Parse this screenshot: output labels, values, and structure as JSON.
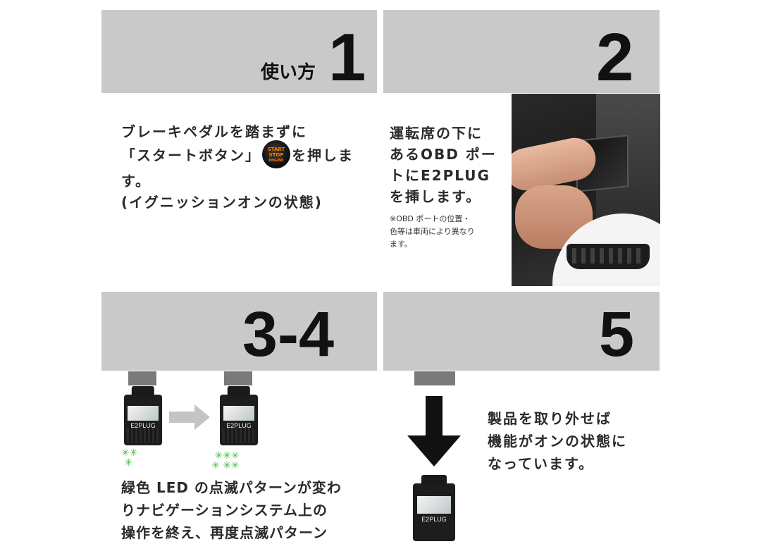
{
  "steps": {
    "s1": {
      "label": "使い方",
      "number": "1",
      "lines": [
        "ブレーキペダルを踏まずに",
        "「スタートボタン」",
        "を押しま",
        "す。",
        "(イグニッションオンの状態)"
      ],
      "button_text": [
        "START",
        "STOP",
        "ENGINE"
      ]
    },
    "s2": {
      "number": "2",
      "lines": [
        "運転席の下に",
        "あるOBD ポー",
        "トにE2PLUG",
        "を挿します。"
      ],
      "note_lines": [
        "※OBD ポートの位置・",
        "色等は車両により異なり",
        "ます。"
      ]
    },
    "s34": {
      "number": "3-4",
      "lines": [
        "緑色 LED の点滅パターンが変わ",
        "りナビゲーションシステム上の",
        "操作を終え、再度点滅パターン"
      ]
    },
    "s5": {
      "number": "5",
      "lines": [
        "製品を取り外せば",
        "機能がオンの状態に",
        "なっています。"
      ]
    }
  },
  "device": {
    "brand": "E2PLUG"
  },
  "colors": {
    "header_bg": "#c9c9c9",
    "led": "#3fbf3f",
    "cable": "#7a7a7a"
  },
  "icons": [
    "arrow-right-icon",
    "arrow-down-icon",
    "led-blink-icon",
    "start-stop-button-icon"
  ]
}
